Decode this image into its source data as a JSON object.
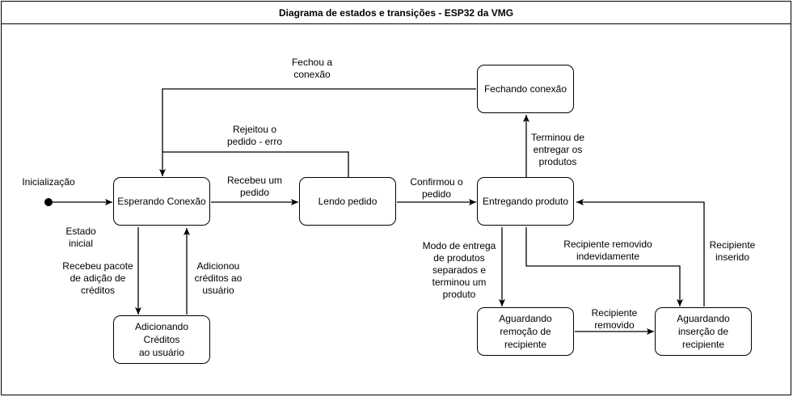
{
  "diagram": {
    "title": "Diagrama de estados e transições - ESP32 da VMG",
    "line_color": "#000000",
    "initial_label": "Inicialização",
    "states": {
      "esperando": "Esperando Conexão",
      "lendo": "Lendo pedido",
      "entregando": "Entregando produto",
      "fechando": "Fechando conexão",
      "adicionando": "Adicionando Créditos\nao usuário",
      "remocao": "Aguardando remoção de\nrecipiente",
      "insercao": "Aguardando inserção de\nrecipiente"
    },
    "transitions": {
      "estado_inicial": "Estado\ninicial",
      "fechou": "Fechou a\nconexão",
      "rejeitou": "Rejeitou o\npedido - erro",
      "recebeu_pedido": "Recebeu um\npedido",
      "confirmou": "Confirmou o\npedido",
      "terminou_entregar": "Terminou de\nentregar os\nprodutos",
      "recebeu_pacote": "Recebeu pacote\nde adição de\ncréditos",
      "adicionou": "Adicionou\ncréditos ao\nusuário",
      "modo_entrega": "Modo de entrega\nde produtos\nseparados e\nterminou um\nproduto",
      "removido_indevidamente": "Recipiente removido\nindevidamente",
      "recipiente_removido": "Recipiente\nremovido",
      "recipiente_inserido": "Recipiente\ninserido"
    }
  }
}
